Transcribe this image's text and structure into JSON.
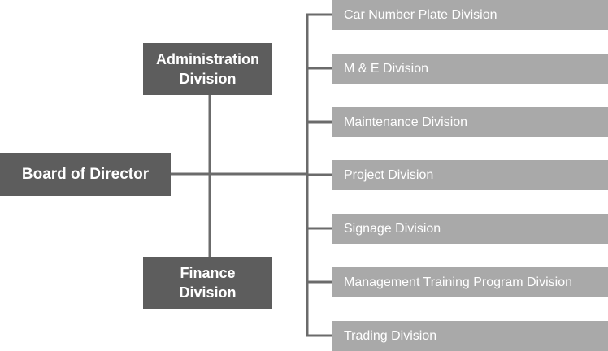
{
  "board": {
    "label": "Board of Director"
  },
  "administration": {
    "line1": "Administration",
    "line2": "Division"
  },
  "finance": {
    "line1": "Finance",
    "line2": "Division"
  },
  "divisions": [
    {
      "label": "Car Number Plate Division"
    },
    {
      "label": "M & E Division"
    },
    {
      "label": "Maintenance Division"
    },
    {
      "label": "Project Division"
    },
    {
      "label": "Signage Division"
    },
    {
      "label": "Management Training Program Division"
    },
    {
      "label": "Trading Division"
    }
  ],
  "colors": {
    "dark_box": "#5d5d5d",
    "light_box": "#a9a9a9",
    "connector": "#6b6b6b",
    "text": "#ffffff"
  }
}
